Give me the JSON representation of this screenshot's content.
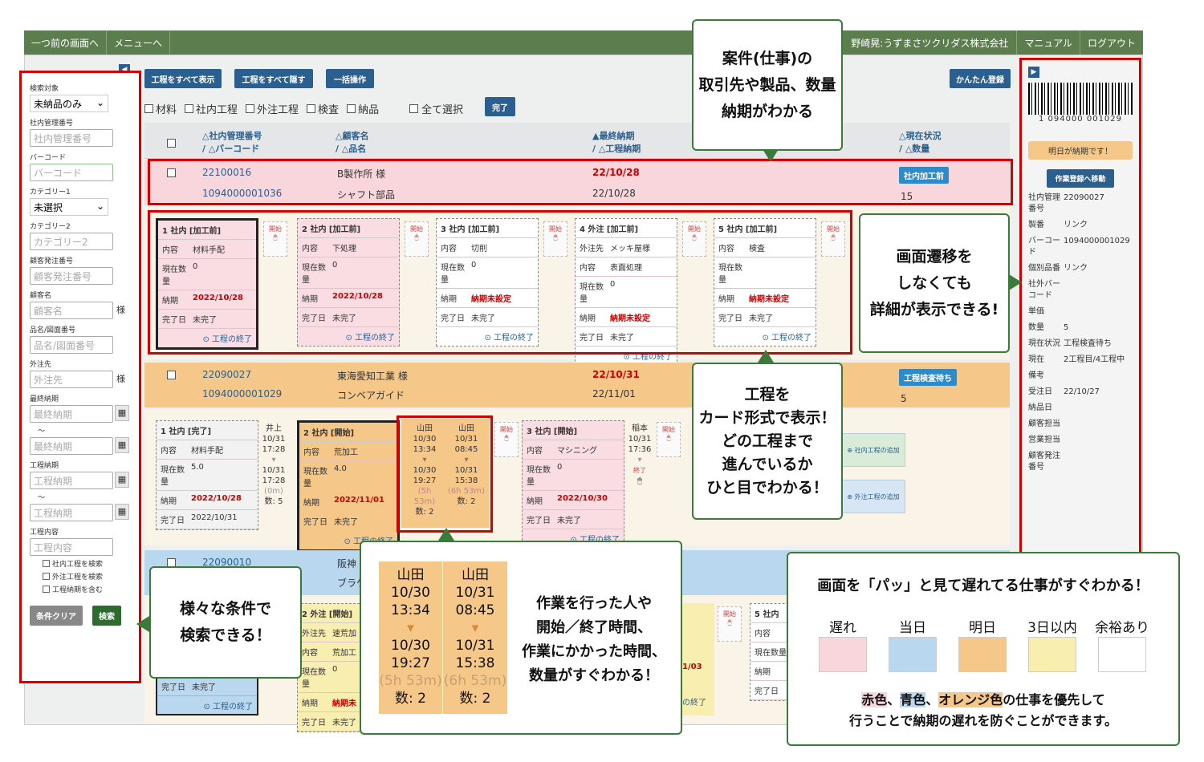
{
  "topbar": {
    "back": "一つ前の画面へ",
    "menu": "メニューへ",
    "user": "野崎晃:うずまさツクリダス株式会社",
    "manual": "マニュアル",
    "logout": "ログアウト"
  },
  "search": {
    "target_label": "検索対象",
    "target_value": "未納品のみ",
    "mgmt_label": "社内管理番号",
    "mgmt_ph": "社内管理番号",
    "barcode_label": "バーコード",
    "barcode_ph": "バーコード",
    "cat1_label": "カテゴリー1",
    "cat1_value": "未選択",
    "cat2_label": "カテゴリー2",
    "cat2_ph": "カテゴリー2",
    "order_label": "顧客発注番号",
    "order_ph": "顧客発注番号",
    "cust_label": "顧客名",
    "cust_ph": "顧客名",
    "sama": "様",
    "prod_label": "品名/図面番号",
    "prod_ph": "品名/図面番号",
    "out_label": "外注先",
    "out_ph": "外注先",
    "due_label": "最終納期",
    "due_ph": "最終納期",
    "tilde": "〜",
    "pdue_label": "工程納期",
    "pdue_ph": "工程納期",
    "pcont_label": "工程内容",
    "pcont_ph": "工程内容",
    "cb1": "社内工程を検索",
    "cb2": "外注工程を検索",
    "cb3": "工程納期を含む",
    "clear": "条件クリア",
    "search": "検索"
  },
  "toolbar": {
    "show_all": "工程をすべて表示",
    "hide_all": "工程をすべて隠す",
    "bulk": "一括操作",
    "easy_reg": "かんたん登録",
    "done": "完了",
    "filters": [
      "材料",
      "社内工程",
      "外注工程",
      "検査",
      "納品"
    ],
    "select_all": "全て選択"
  },
  "header": {
    "col1a": "△社内管理番号",
    "col1b": "/ △バーコード",
    "col2a": "△顧客名",
    "col2b": "/ △品名",
    "col3a": "▲最終納期",
    "col3b": "/ △工程納期",
    "col4a": "△現在状況",
    "col4b": "/ △数量"
  },
  "job1": {
    "id": "22100016",
    "barcode": "1094000001036",
    "cust": "B製作所 様",
    "prod": "シャフト部品",
    "due": "22/10/28",
    "pdue": "22/10/28",
    "status": "社内加工前",
    "qty": "15"
  },
  "job1_cards": [
    {
      "hd": "1 社内 [加工前]",
      "k1": "内容",
      "v1": "材料手配",
      "k2": "現在数量",
      "v2": "0",
      "k3": "納期",
      "v3": "2022/10/28",
      "k4": "完了日",
      "v4": "未完了",
      "ft": "⊙ 工程の終了"
    },
    {
      "hd": "2 社内 [加工前]",
      "k1": "内容",
      "v1": "下処理",
      "k2": "現在数量",
      "v2": "0",
      "k3": "納期",
      "v3": "2022/10/28",
      "k4": "完了日",
      "v4": "未完了",
      "ft": "⊙ 工程の終了"
    },
    {
      "hd": "3 社内 [加工前]",
      "k1": "内容",
      "v1": "切削",
      "k2": "現在数量",
      "v2": "0",
      "k3": "納期",
      "v3": "納期未設定",
      "k4": "完了日",
      "v4": "未完了",
      "ft": "⊙ 工程の終了"
    },
    {
      "hd": "4 外注 [加工前]",
      "k1": "外注先",
      "v1": "メッキ屋様",
      "k2": "内容",
      "v2": "表面処理",
      "k3": "現在数量",
      "v3": "0",
      "k4": "納期",
      "v4": "納期未設定",
      "k5": "完了日",
      "v5": "未完了",
      "ft": "⊙ 工程の終了"
    },
    {
      "hd": "5 社内 [加工前]",
      "k1": "内容",
      "v1": "検査",
      "k2": "現在数量",
      "v2": "",
      "k3": "納期",
      "v3": "納期未設定",
      "k4": "完了日",
      "v4": "未完了",
      "ft": "⊙ 工程の終了"
    }
  ],
  "start_label": "開始",
  "job2": {
    "id": "22090027",
    "barcode": "1094000001029",
    "cust": "東海愛知工業 様",
    "prod": "コンベアガイド",
    "due": "22/10/31",
    "pdue": "22/11/01",
    "status": "工程検査待ち",
    "qty": "5"
  },
  "job2_cards": [
    {
      "hd": "1 社内 [完了]",
      "k1": "内容",
      "v1": "材料手配",
      "k2": "現在数量",
      "v2": "5.0",
      "k3": "納期",
      "v3": "2022/10/28",
      "k4": "完了日",
      "v4": "2022/10/31"
    },
    {
      "hd": "2 社内 [開始]",
      "k1": "内容",
      "v1": "荒加工",
      "k2": "現在数量",
      "v2": "4.0",
      "k3": "納期",
      "v3": "2022/11/01",
      "k4": "完了日",
      "v4": "未完了",
      "ft": "⊙ 工程の終了"
    },
    {
      "hd": "3 社内 [開始]",
      "k1": "内容",
      "v1": "マシニング",
      "k2": "現在数量",
      "v2": "0",
      "k3": "納期",
      "v3": "2022/10/30",
      "k4": "完了日",
      "v4": "未完了",
      "ft": "⊙ 工程の終了"
    }
  ],
  "work_log1": {
    "name": "井上",
    "d1": "10/31",
    "t1": "17:28",
    "d2": "10/31",
    "t2": "17:28",
    "dur": "(0m)",
    "qty": "数: 5"
  },
  "work_log2": {
    "name": "稲本",
    "d1": "10/31",
    "t1": "17:36",
    "end": "終了"
  },
  "work_a": {
    "name": "山田",
    "d1": "10/30",
    "t1": "13:34",
    "d2": "10/30",
    "t2": "19:27",
    "dur": "(5h 53m)",
    "qty": "数: 2"
  },
  "work_b": {
    "name": "山田",
    "d1": "10/31",
    "t1": "08:45",
    "d2": "10/31",
    "t2": "15:38",
    "dur": "(6h 53m)",
    "qty": "数: 2"
  },
  "add_in": "⊕ 社内工程の追加",
  "add_out": "⊕ 外注工程の追加",
  "job3": {
    "id": "22090010",
    "cust": "阪神",
    "prod": "ブラケ"
  },
  "job3_cards": {
    "c2hd": "2 外注 [開始]",
    "c2k1": "外注先",
    "c2v1": "速荒加",
    "c2k2": "内容",
    "c2v2": "荒加工",
    "c2k3": "現在数量",
    "c2v3": "0",
    "c2k4": "納期",
    "c2v4": "納期未",
    "c2k5": "完了日",
    "c2v5": "未完了",
    "c1k": "完了日",
    "c1v": "未完了",
    "c1ft": "⊙ 工程の終了",
    "due_frag": "1/03",
    "end_frag": "の終了",
    "c5hd": "5 社内",
    "c5k1": "内容",
    "c5k2": "現在数量",
    "c5k3": "納期",
    "c5k4": "完了日"
  },
  "rpanel": {
    "barcode_num": "1 094000 001029",
    "due_badge": "明日が納期です！",
    "work_btn": "作業登録へ移動",
    "items": [
      [
        "社内管理番号",
        "22090027"
      ],
      [
        "製番",
        "リンク"
      ],
      [
        "バーコード",
        "1094000001029"
      ],
      [
        "個別品番",
        "リンク"
      ],
      [
        "社外バーコード",
        ""
      ],
      [
        "単価",
        ""
      ],
      [
        "数量",
        "5"
      ],
      [
        "現在状況",
        "工程検査待ち"
      ],
      [
        "現在",
        "2工程目/4工程中"
      ],
      [
        "備考",
        ""
      ],
      [
        "受注日",
        "22/10/27"
      ],
      [
        "納品日",
        ""
      ],
      [
        "顧客担当",
        ""
      ],
      [
        "営業担当",
        ""
      ],
      [
        "顧客発注番号",
        ""
      ]
    ]
  },
  "callouts": {
    "c1": [
      "案件(仕事)の",
      "取引先や製品、数量",
      "納期がわかる"
    ],
    "c2": [
      "画面遷移を",
      "しなくても",
      "詳細が表示できる!"
    ],
    "c3": [
      "工程を",
      "カード形式で表示！",
      "どの工程まで",
      "進んでいるか",
      "ひと目でわかる！"
    ],
    "c4": [
      "様々な条件で",
      "検索できる！"
    ],
    "c5": [
      "作業を行った人や",
      "開始／終了時間、",
      "作業にかかった時間、",
      "数量がすぐわかる！"
    ]
  },
  "legend": {
    "title": "画面を「パッ」と見て遅れてる仕事がすぐわかる！",
    "items": [
      {
        "label": "遅れ",
        "color": "#f9d6dc"
      },
      {
        "label": "当日",
        "color": "#b9d7ee"
      },
      {
        "label": "明日",
        "color": "#f5c88a"
      },
      {
        "label": "3日以内",
        "color": "#f8eeb0"
      },
      {
        "label": "余裕あり",
        "color": "#ffffff"
      }
    ],
    "note1": "赤色、青色、オレンジ色の仕事を優先して",
    "note2": "行うことで納期の遅れを防ぐことができます。"
  }
}
